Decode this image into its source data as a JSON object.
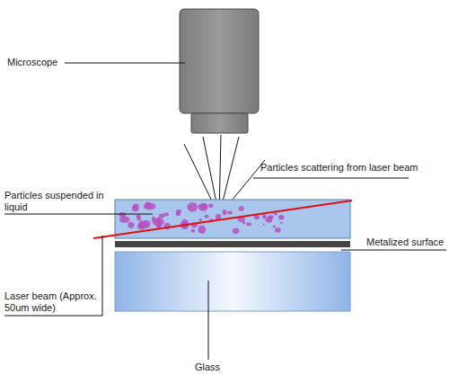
{
  "diagram": {
    "labels": [
      "Microscope",
      "Particles scattering from laser beam",
      "Particles suspended in liquid",
      "Metalized surface",
      "Laser beam (Approx. 50um wide)",
      "Glass"
    ]
  }
}
